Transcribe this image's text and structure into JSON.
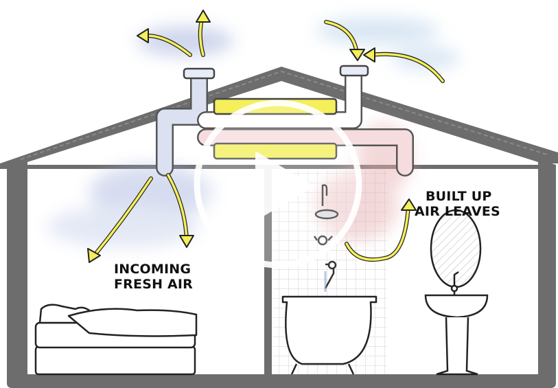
{
  "labels": {
    "incoming_line1": "INCOMING",
    "incoming_line2": "FRESH AIR",
    "outgoing_line1": "BUILT UP",
    "outgoing_line2": "AIR LEAVES"
  },
  "icons": {
    "play": "play-icon"
  },
  "colors": {
    "house_gray": "#6d6d6d",
    "arrow_yellow": "#f4ef5a",
    "heat_exchanger_yellow": "#f4ef5a",
    "fresh_air_blue": "#8fa3d6",
    "stale_air_red": "#e9a2a6"
  }
}
